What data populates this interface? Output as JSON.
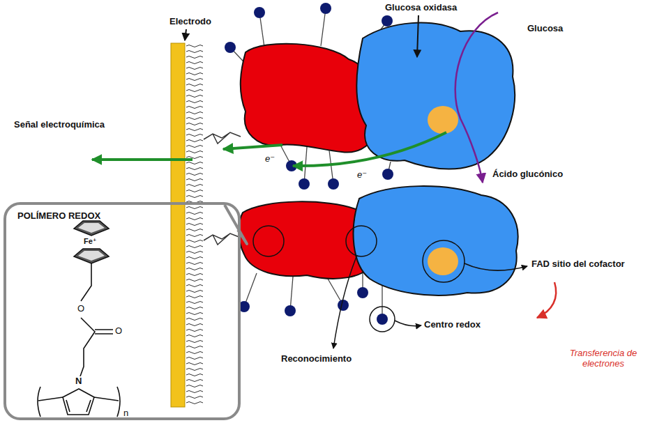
{
  "diagram": {
    "nodes": [
      {
        "text": [
          "POLÍMERO REDOX"
        ]
      }
    ],
    "labels": [
      "Electrodo",
      "Glucosa oxidasa",
      "Glucosa",
      "Señal electroquímica",
      "e⁻",
      "e⁻",
      "Ácido glucónico",
      "FAD sitio del cofactor",
      "Transferencia de electrones",
      "Reconocimiento",
      "Centro redox",
      "Fe⁺",
      "O",
      "O",
      "N",
      "n"
    ]
  }
}
